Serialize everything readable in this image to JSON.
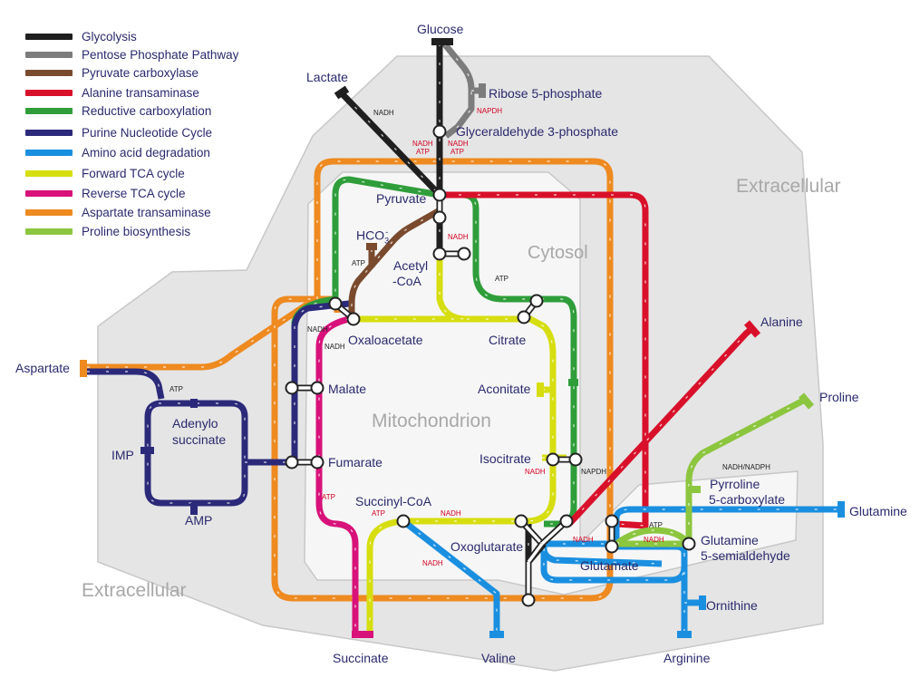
{
  "colors": {
    "glycolysis": "#1f1f1f",
    "ppp": "#7c7c7c",
    "pyruvate_carboxylase": "#7a4a2e",
    "alanine": "#d9102a",
    "reductive": "#2f9e3a",
    "purine": "#2b2a7a",
    "amino_deg": "#1a8fe0",
    "forward_tca": "#d6de10",
    "reverse_tca": "#d8127a",
    "aspartate": "#ee8a20",
    "proline": "#8cc63f"
  },
  "legend": [
    {
      "label": "Glycolysis",
      "color_key": "glycolysis"
    },
    {
      "label": "Pentose Phosphate Pathway",
      "color_key": "ppp"
    },
    {
      "label": "Pyruvate carboxylase",
      "color_key": "pyruvate_carboxylase"
    },
    {
      "label": "Alanine transaminase",
      "color_key": "alanine"
    },
    {
      "label": "Reductive carboxylation",
      "color_key": "reductive"
    },
    {
      "label": "Purine Nucleotide Cycle",
      "color_key": "purine"
    },
    {
      "label": "Amino acid degradation",
      "color_key": "amino_deg"
    },
    {
      "label": "Forward TCA cycle",
      "color_key": "forward_tca"
    },
    {
      "label": "Reverse TCA cycle",
      "color_key": "reverse_tca"
    },
    {
      "label": "Aspartate transaminase",
      "color_key": "aspartate"
    },
    {
      "label": "Proline biosynthesis",
      "color_key": "proline"
    }
  ],
  "regions": {
    "extracellular_top": "Extracellular",
    "extracellular_bottom": "Extracellular",
    "cytosol": "Cytosol",
    "mitochondrion": "Mitochondrion"
  },
  "metabolites": {
    "glucose": "Glucose",
    "lactate": "Lactate",
    "ribose5p": "Ribose 5-phosphate",
    "g3p": "Glyceraldehyde 3-phosphate",
    "pyruvate": "Pyruvate",
    "hco3": "HCO",
    "hco3_sub": "3",
    "hco3_sup": "-",
    "acetyl_coa_1": "Acetyl",
    "acetyl_coa_2": "-CoA",
    "oxaloacetate": "Oxaloacetate",
    "citrate": "Citrate",
    "aspartate": "Aspartate",
    "malate": "Malate",
    "aconitate": "Aconitate",
    "adenylo_1": "Adenylo",
    "adenylo_2": "succinate",
    "imp": "IMP",
    "amp": "AMP",
    "fumarate": "Fumarate",
    "isocitrate": "Isocitrate",
    "alanine": "Alanine",
    "proline": "Proline",
    "pyrroline_1": "Pyrroline",
    "pyrroline_2": "5-carboxylate",
    "glutamine": "Glutamine",
    "succinyl_coa": "Succinyl-CoA",
    "oxoglutarate": "Oxoglutarate",
    "glutamate": "Glutamate",
    "gsa_1": "Glutamine",
    "gsa_2": "5-semialdehyde",
    "ornithine": "Ornithine",
    "succinate": "Succinate",
    "valine": "Valine",
    "arginine": "Arginine"
  },
  "cofactors": {
    "nadh_lactate": "NADH",
    "napdh_ppp": "NAPDH",
    "nadh_g3p_1": "NADH",
    "atp_g3p_1": "ATP",
    "nadh_g3p_2": "NADH",
    "atp_g3p_2": "ATP",
    "nadh_pyr": "NADH",
    "atp_hco3": "ATP",
    "atp_citrate": "ATP",
    "nadh_oaa_1": "NADH",
    "nadh_oaa_2": "NADH",
    "atp_purine": "ATP",
    "nadh_isocitrate": "NADH",
    "napdh_isocitrate": "NAPDH",
    "nadh_napdh_p5c": "NADH/NADPH",
    "atp_fumarate": "ATP",
    "atp_succcoa": "ATP",
    "nadh_succcoa": "NADH",
    "nadh_valine": "NADH",
    "nadh_glu_1": "NADH",
    "atp_glu": "ATP",
    "nadh_glu_2": "NADH"
  }
}
